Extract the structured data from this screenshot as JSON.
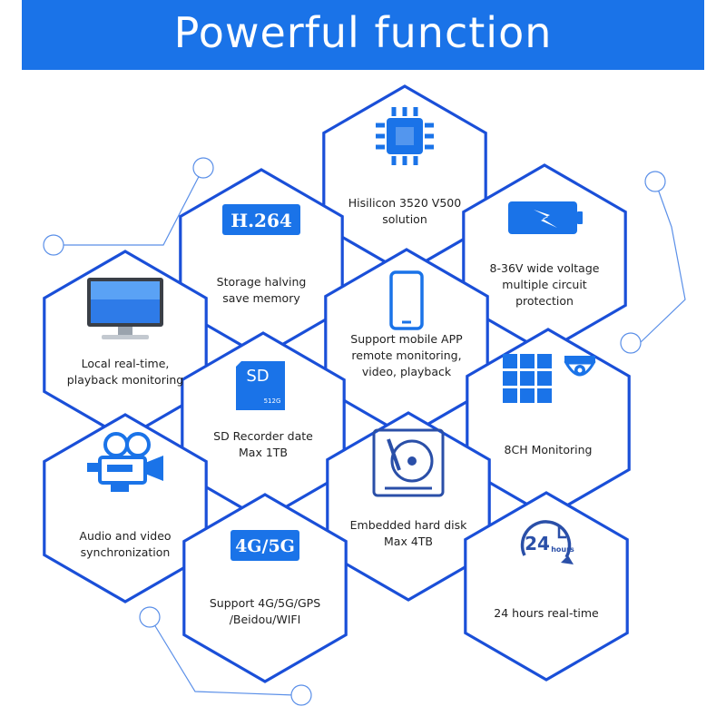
{
  "header": {
    "title": "Powerful function"
  },
  "colors": {
    "brand": "#1a73e8",
    "hex_stroke": "#1a4fd8",
    "text": "#222222"
  },
  "features": [
    {
      "id": "chip",
      "icon": "chip-icon",
      "lines": [
        "Hisilicon 3520 V500",
        "solution"
      ]
    },
    {
      "id": "h264",
      "icon": "h264-badge-icon",
      "icon_text": "H.264",
      "lines": [
        "Storage halving",
        "save memory"
      ]
    },
    {
      "id": "voltage",
      "icon": "battery-bolt-icon",
      "lines": [
        "8-36V wide voltage",
        "multiple circuit protection"
      ]
    },
    {
      "id": "monitor",
      "icon": "desktop-monitor-icon",
      "lines": [
        "Local real-time,",
        "playback monitoring"
      ]
    },
    {
      "id": "mobile",
      "icon": "smartphone-icon",
      "lines": [
        "Support mobile APP",
        "remote monitoring,",
        "video, playback"
      ]
    },
    {
      "id": "sd",
      "icon": "sd-card-icon",
      "icon_text": "SD",
      "icon_sub": "512G",
      "lines": [
        "SD Recorder date",
        "Max 1TB"
      ]
    },
    {
      "id": "ch8",
      "icon": "camera-grid-icon",
      "lines": [
        "8CH Monitoring"
      ]
    },
    {
      "id": "av",
      "icon": "movie-camera-icon",
      "lines": [
        "Audio and video",
        "synchronization"
      ]
    },
    {
      "id": "hdd",
      "icon": "hard-disk-icon",
      "lines": [
        "Embedded hard disk",
        "Max 4TB"
      ]
    },
    {
      "id": "net",
      "icon": "4g5g-badge-icon",
      "icon_text": "4G/5G",
      "lines": [
        "Support 4G/5G/GPS",
        "/Beidou/WIFI"
      ]
    },
    {
      "id": "hours",
      "icon": "24-hours-icon",
      "icon_text": "24",
      "icon_sub": "hours",
      "lines": [
        "24 hours real-time"
      ]
    }
  ]
}
